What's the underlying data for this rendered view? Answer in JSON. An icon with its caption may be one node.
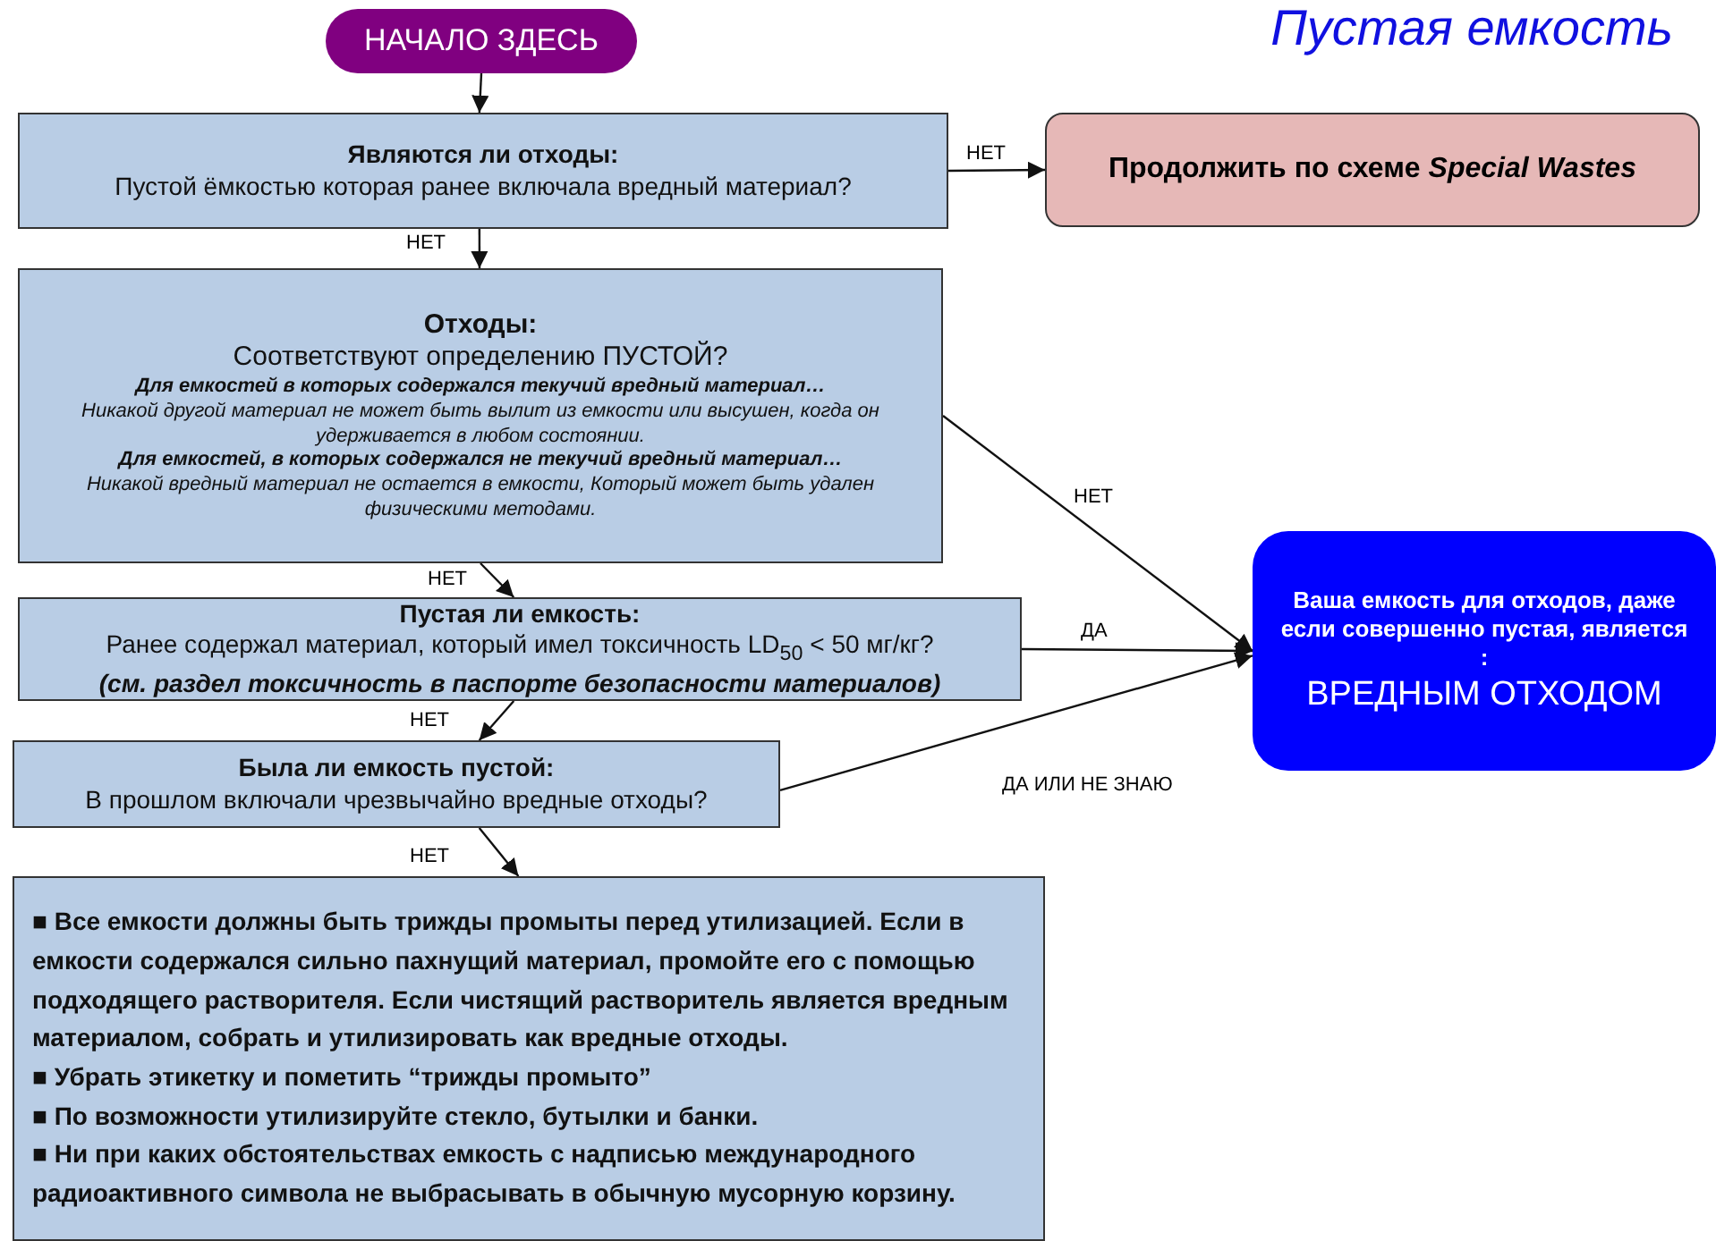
{
  "diagram": {
    "title": "Пустая емкость",
    "nodes": [
      {
        "text": [
          "НАЧАЛО ЗДЕСЬ"
        ]
      },
      {
        "text": [
          "Являются ли отходы:",
          "Пустой ёмкостью которая ранее включала вредный материал?"
        ]
      },
      {
        "text": [
          "Продолжить по схеме *Special Wastes*"
        ]
      },
      {
        "text": [
          "Отходы:",
          "Соответствуют определению ПУСТОЙ?",
          "Для емкостей в которых содержался текучий вредный материал…",
          "Никакой другой материал не может быть вылит из емкости или высушен, когда он удерживается в любом состоянии.",
          "Для емкостей, в которых содержался не текучий вредный материал…",
          "Никакой вредный материал не остается в емкости, Который может быть удален физическими методами."
        ]
      },
      {
        "text": [
          "Пустая ли емкость:",
          "Ранее содержал материал, который имел токсичность LD$_{50}$ < 50 мг/кг?",
          "(см. раздел токсичность в паспорте безопасности материалов)"
        ]
      },
      {
        "text": [
          "Была ли емкость пустой:",
          "В прошлом включали чрезвычайно вредные отходы?"
        ]
      },
      {
        "text": [
          "■ Все емкости должны быть трижды промыты перед утилизацией. Если в емкости содержался сильно пахнущий материал, промойте его с помощью подходящего растворителя. Если чистящий растворитель является вредным материалом, собрать и утилизировать как вредные отходы.",
          "■ Убрать этикетку и пометить “трижды промыто”",
          "■ По возможности утилизируйте стекло, бутылки и банки.",
          "■ Ни при каких обстоятельствах емкость с надписью международного радиоактивного символа не выбрасывать в обычную мусорную корзину."
        ]
      },
      {
        "text": [
          "Ваша емкость для отходов, даже если совершенно пустая, является :",
          "ВРЕДНЫМ ОТХОДОМ"
        ]
      }
    ],
    "edges": [
      {
        "from": 0,
        "to": 1,
        "arrow": "to"
      },
      {
        "from": 1,
        "to": 2,
        "label": "НЕТ",
        "arrow": "to"
      },
      {
        "from": 1,
        "to": 3,
        "label": "НЕТ",
        "arrow": "to"
      },
      {
        "from": 3,
        "to": 7,
        "label": "НЕТ",
        "arrow": "to"
      },
      {
        "from": 3,
        "to": 4,
        "label": "НЕТ",
        "arrow": "to"
      },
      {
        "from": 4,
        "to": 7,
        "label": "ДА",
        "arrow": "to"
      },
      {
        "from": 4,
        "to": 5,
        "label": "НЕТ",
        "arrow": "to"
      },
      {
        "from": 5,
        "to": 7,
        "label": "ДА ИЛИ НЕ ЗНАЮ",
        "arrow": "to"
      },
      {
        "from": 5,
        "to": 6,
        "label": "НЕТ",
        "arrow": "to"
      }
    ]
  }
}
